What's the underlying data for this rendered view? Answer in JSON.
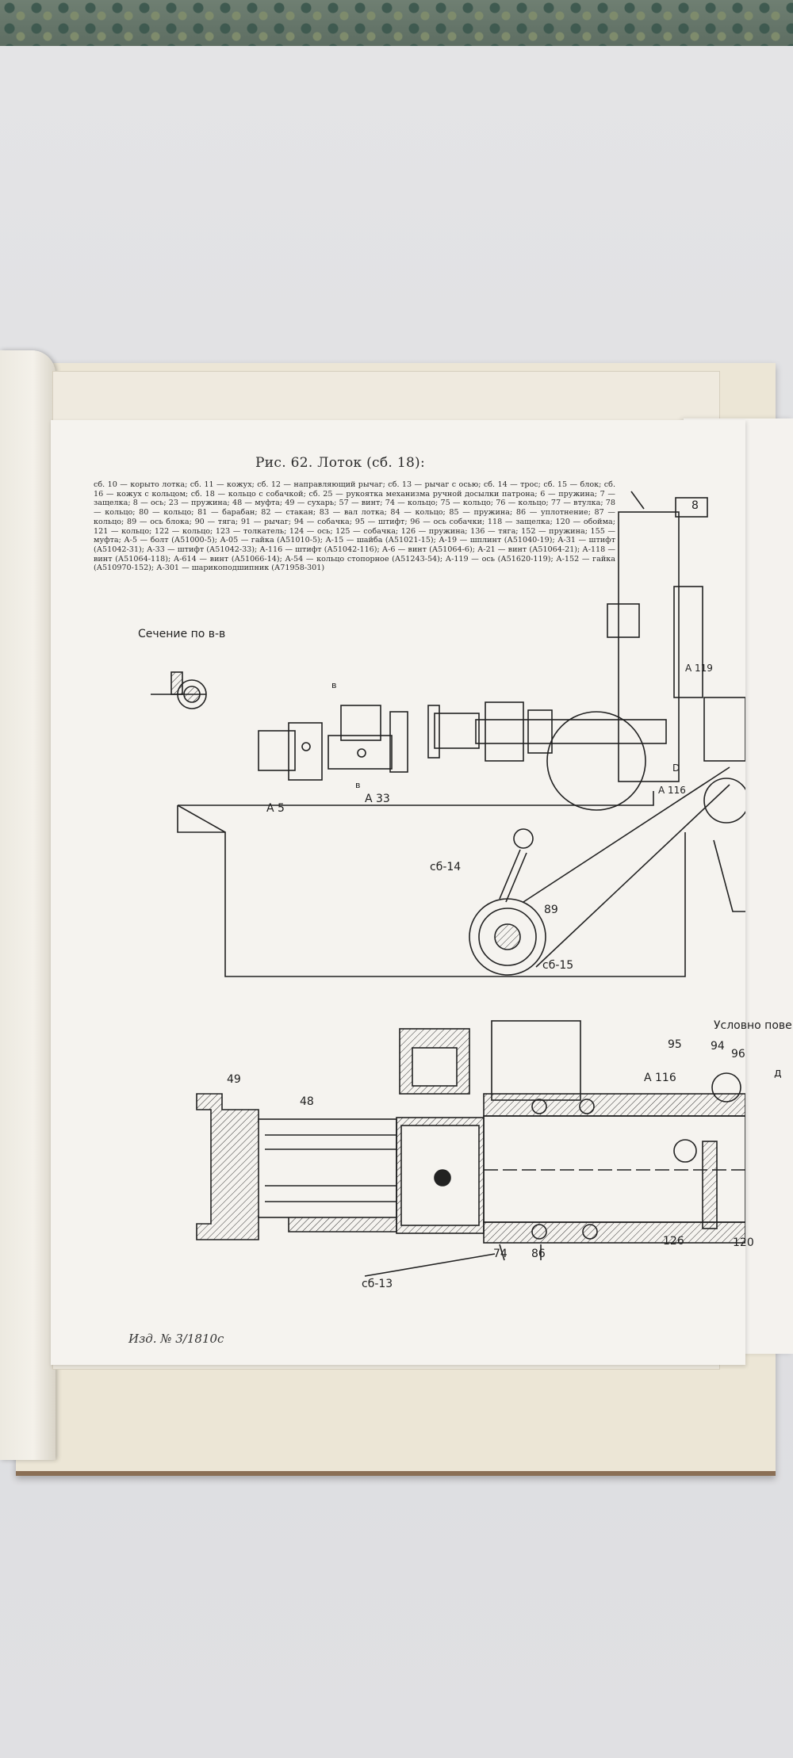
{
  "figure": {
    "title": "Рис. 62. Лоток (сб. 18):",
    "legend": "сб. 10 — корыто лотка; сб. 11 — кожух; сб. 12 — направляющий рычаг; сб. 13 — рычаг с осью; сб. 14 — трос; сб. 15 — блок; сб. 16 — кожух с кольцом; сб. 18 — кольцо с собачкой; сб. 25 — рукоятка механизма ручной досылки патрона; 6 — пружина; 7 — защелка; 8 — ось; 23 — пружина; 48 — муфта; 49 — сухарь; 57 — винт; 74 — кольцо; 75 — кольцо; 76 — кольцо; 77 — втулка; 78 — кольцо; 80 — кольцо; 81 — барабан; 82 — стакан; 83 — вал лотка; 84 — кольцо; 85 — пружина; 86 — уплотнение; 87 — кольцо; 89 — ось блока; 90 — тяга; 91 — рычаг; 94 — собачка; 95 — штифт; 96 — ось собачки; 118 — защелка; 120 — обойма; 121 — кольцо; 122 — кольцо; 123 — толкатель; 124 — ось; 125 — собачка; 126 — пружина; 136 — тяга; 152 — пружина; 155 — муфта; А-5 — болт (А51000-5); А-05 — гайка (А51010-5); А-15 — шайба (А51021-15); А-19 — шплинт (А51040-19); А-31 — штифт (А51042-31); А-33 — штифт (А51042-33); А-116 — штифт (А51042-116); А-6 — винт (А51064-6); А-21 — винт (А51064-21); А-118 — винт (А51064-118); А-614 — винт (А51066-14); А-54 — кольцо стопорное (А51243-54); А-119 — ось (А51620-119); А-152 — гайка (А510970-152); А-301 — шарикоподшипник (А71958-301)"
  },
  "drawing": {
    "section_label": "Сечение по в-в",
    "conditional_label": "Условно пове",
    "callouts": {
      "c8": "8",
      "a119": "А 119",
      "a116_top": "А 116",
      "d_top": "D",
      "a5": "А 5",
      "a33": "А 33",
      "v1": "в",
      "v2": "в",
      "sb14": "сб-14",
      "n89": "89",
      "sb15": "сб-15",
      "n49": "49",
      "n48": "48",
      "n95": "95",
      "n94": "94",
      "n96": "96",
      "d_arrow": "д",
      "a116_low": "А 116",
      "n126": "126",
      "n120": "120",
      "n74": "74",
      "n86": "86",
      "sb13": "сб-13"
    }
  },
  "footer": {
    "publication": "Изд. № 3/1810с"
  }
}
